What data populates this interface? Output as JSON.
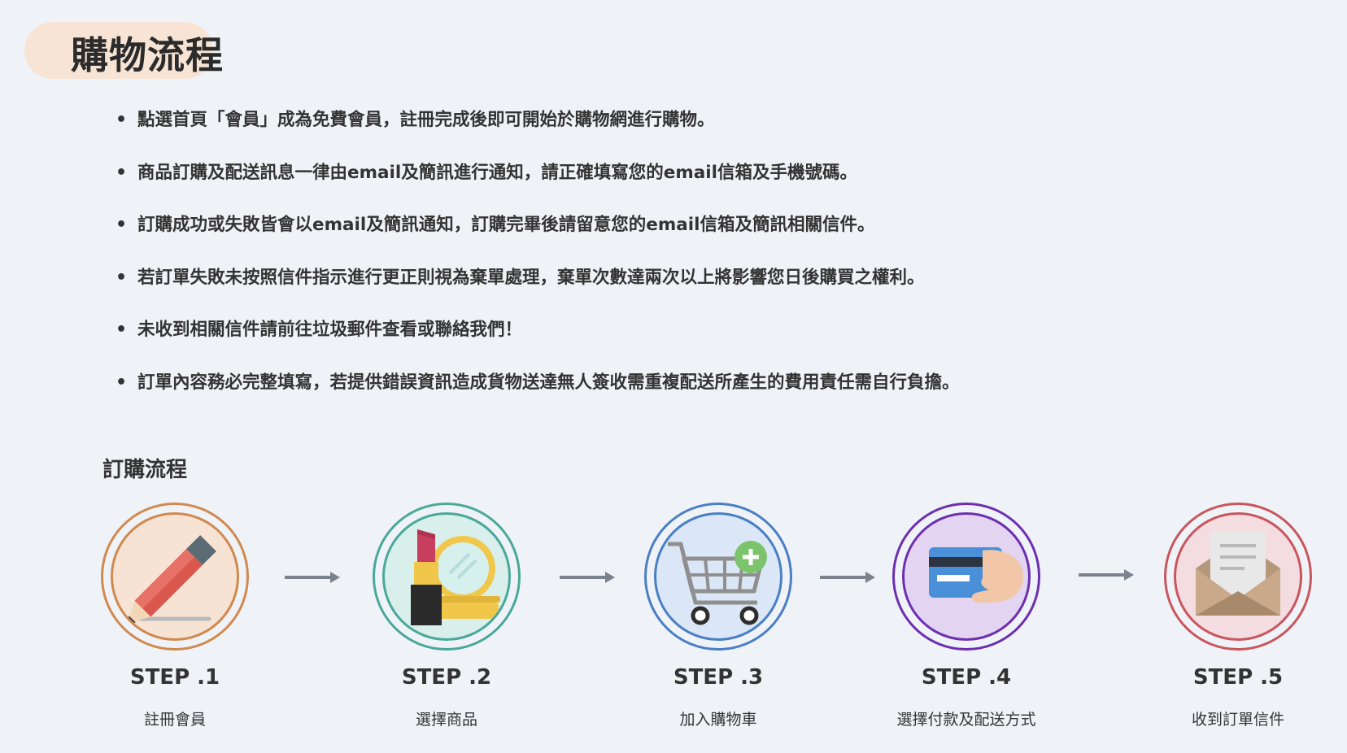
{
  "page": {
    "title": "購物流程",
    "accent_pill_color": "#f8e4d4",
    "background_color": "#eff3f7"
  },
  "notes": [
    "點選首頁「會員」成為免費會員，註冊完成後即可開始於購物網進行購物。",
    "商品訂購及配送訊息一律由email及簡訊進行通知，請正確填寫您的email信箱及手機號碼。",
    "訂購成功或失敗皆會以email及簡訊通知，訂購完畢後請留意您的email信箱及簡訊相關信件。",
    "若訂單失敗未按照信件指示進行更正則視為棄單處理，棄單次數達兩次以上將影響您日後購買之權利。",
    "未收到相關信件請前往垃圾郵件查看或聯絡我們！",
    "訂單內容務必完整填寫，若提供錯誤資訊造成貨物送達無人簽收需重複配送所產生的費用責任需自行負擔。"
  ],
  "bullet_char": "•",
  "order_flow": {
    "heading": "訂購流程",
    "steps": [
      {
        "label": "STEP .1",
        "desc": "註冊會員",
        "icon": "pencil-icon",
        "ring_color": "#d08a4f",
        "fill_color": "#f7e3d4"
      },
      {
        "label": "STEP .2",
        "desc": "選擇商品",
        "icon": "cosmetics-icon",
        "ring_color": "#4aa89a",
        "fill_color": "#d9efeb"
      },
      {
        "label": "STEP .3",
        "desc": "加入購物車",
        "icon": "cart-add-icon",
        "ring_color": "#4a7fc4",
        "fill_color": "#dbe7f6"
      },
      {
        "label": "STEP .4",
        "desc": "選擇付款及配送方式",
        "icon": "credit-card-icon",
        "ring_color": "#6d2fb0",
        "fill_color": "#e3d5f1"
      },
      {
        "label": "STEP .5",
        "desc": "收到訂單信件",
        "icon": "envelope-letter-icon",
        "ring_color": "#c9565f",
        "fill_color": "#f3dde0"
      }
    ],
    "arrow_color": "#7a828c"
  }
}
